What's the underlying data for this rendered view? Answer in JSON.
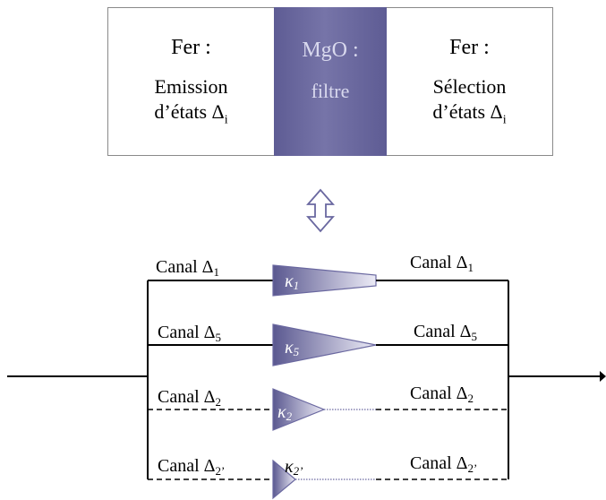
{
  "top_box": {
    "left": {
      "title": "Fer :",
      "line1": "Emission",
      "line2": "d’états Δ",
      "line2_sub": "i"
    },
    "middle": {
      "title": "MgO :",
      "line1": "filtre"
    },
    "right": {
      "title": "Fer :",
      "line1": "Sélection",
      "line2": "d’états Δ",
      "line2_sub": "i"
    }
  },
  "channels": [
    {
      "label": "Canal Δ",
      "sub": "1",
      "kappa": "κ",
      "kappa_sub": "1"
    },
    {
      "label": "Canal Δ",
      "sub": "5",
      "kappa": "κ",
      "kappa_sub": "5"
    },
    {
      "label": "Canal Δ",
      "sub": "2",
      "kappa": "κ",
      "kappa_sub": "2"
    },
    {
      "label": "Canal Δ",
      "sub": "2’",
      "kappa": "κ",
      "kappa_sub": "2’"
    }
  ],
  "colors": {
    "filter": "#5e5c94",
    "arrow_outline": "#6a68a0",
    "frame": "#8a8a8a"
  }
}
